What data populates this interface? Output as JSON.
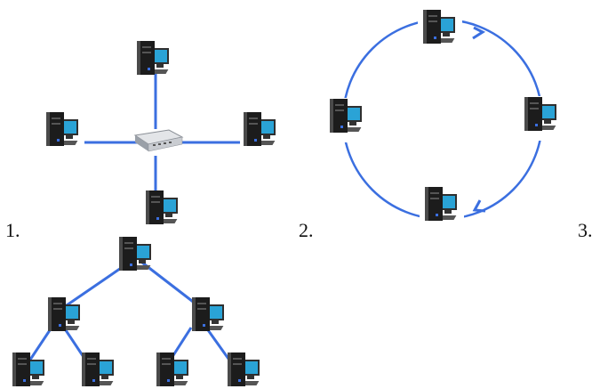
{
  "labels": {
    "one": "1.",
    "two": "2.",
    "three": "3."
  },
  "colors": {
    "link": "#3b6fe0",
    "tower_dark": "#1c1c1c",
    "tower_light": "#4a4a4a",
    "screen": "#2aa3d6",
    "switch": "#c9ccd1"
  },
  "icons": {
    "computer": "computer-icon",
    "switch": "network-switch-icon",
    "arrow": "arrow-head-icon"
  }
}
